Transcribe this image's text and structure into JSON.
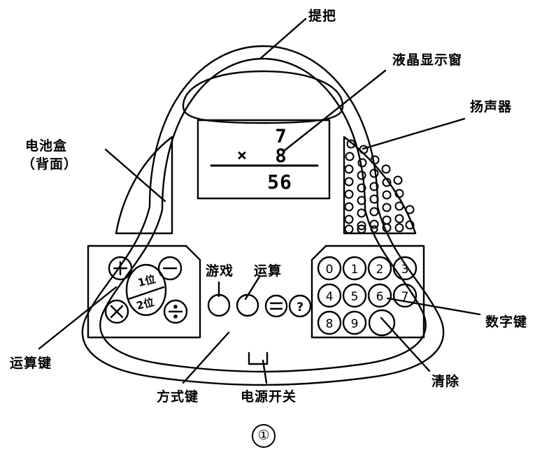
{
  "figure": {
    "number": "①",
    "device": "handheld-electronic-calculator-toy"
  },
  "callouts": [
    {
      "key": "handle",
      "label": "提把"
    },
    {
      "key": "lcd_window",
      "label": "液晶显示窗"
    },
    {
      "key": "speaker",
      "label": "扬声器"
    },
    {
      "key": "battery_box",
      "label": "电池盒"
    },
    {
      "key": "battery_box_note",
      "label": "（背面）"
    },
    {
      "key": "operation_keys",
      "label": "运算键"
    },
    {
      "key": "mode_keys",
      "label": "方式键"
    },
    {
      "key": "power_switch",
      "label": "电源开关"
    },
    {
      "key": "number_keys",
      "label": "数字键"
    },
    {
      "key": "clear_key",
      "label": "清除"
    }
  ],
  "lcd": {
    "operator": "×",
    "operand_top": "7",
    "operand_bottom": "8",
    "result": "56"
  },
  "operation_panel": {
    "keys": [
      {
        "position": "top-left",
        "label": "+"
      },
      {
        "position": "top-right",
        "label": "—"
      },
      {
        "position": "bottom-left",
        "label": "×"
      },
      {
        "position": "bottom-right",
        "label": "÷"
      }
    ],
    "selector": {
      "upper": "1位",
      "lower": "2位"
    }
  },
  "mode_panel": {
    "headings": [
      {
        "key": "game",
        "label": "游戏"
      },
      {
        "key": "calculate",
        "label": "运算"
      }
    ],
    "keys": [
      {
        "key": "game-button",
        "label": ""
      },
      {
        "key": "calculate-button",
        "label": ""
      },
      {
        "key": "equals-button",
        "label": "="
      },
      {
        "key": "help-button",
        "label": "?"
      }
    ]
  },
  "number_panel": {
    "rows": [
      [
        "0",
        "1",
        "2",
        "3"
      ],
      [
        "4",
        "5",
        "6",
        "7"
      ],
      [
        "8",
        "9",
        ""
      ]
    ]
  },
  "colors": {
    "ink": "#000000",
    "paper": "#ffffff"
  }
}
